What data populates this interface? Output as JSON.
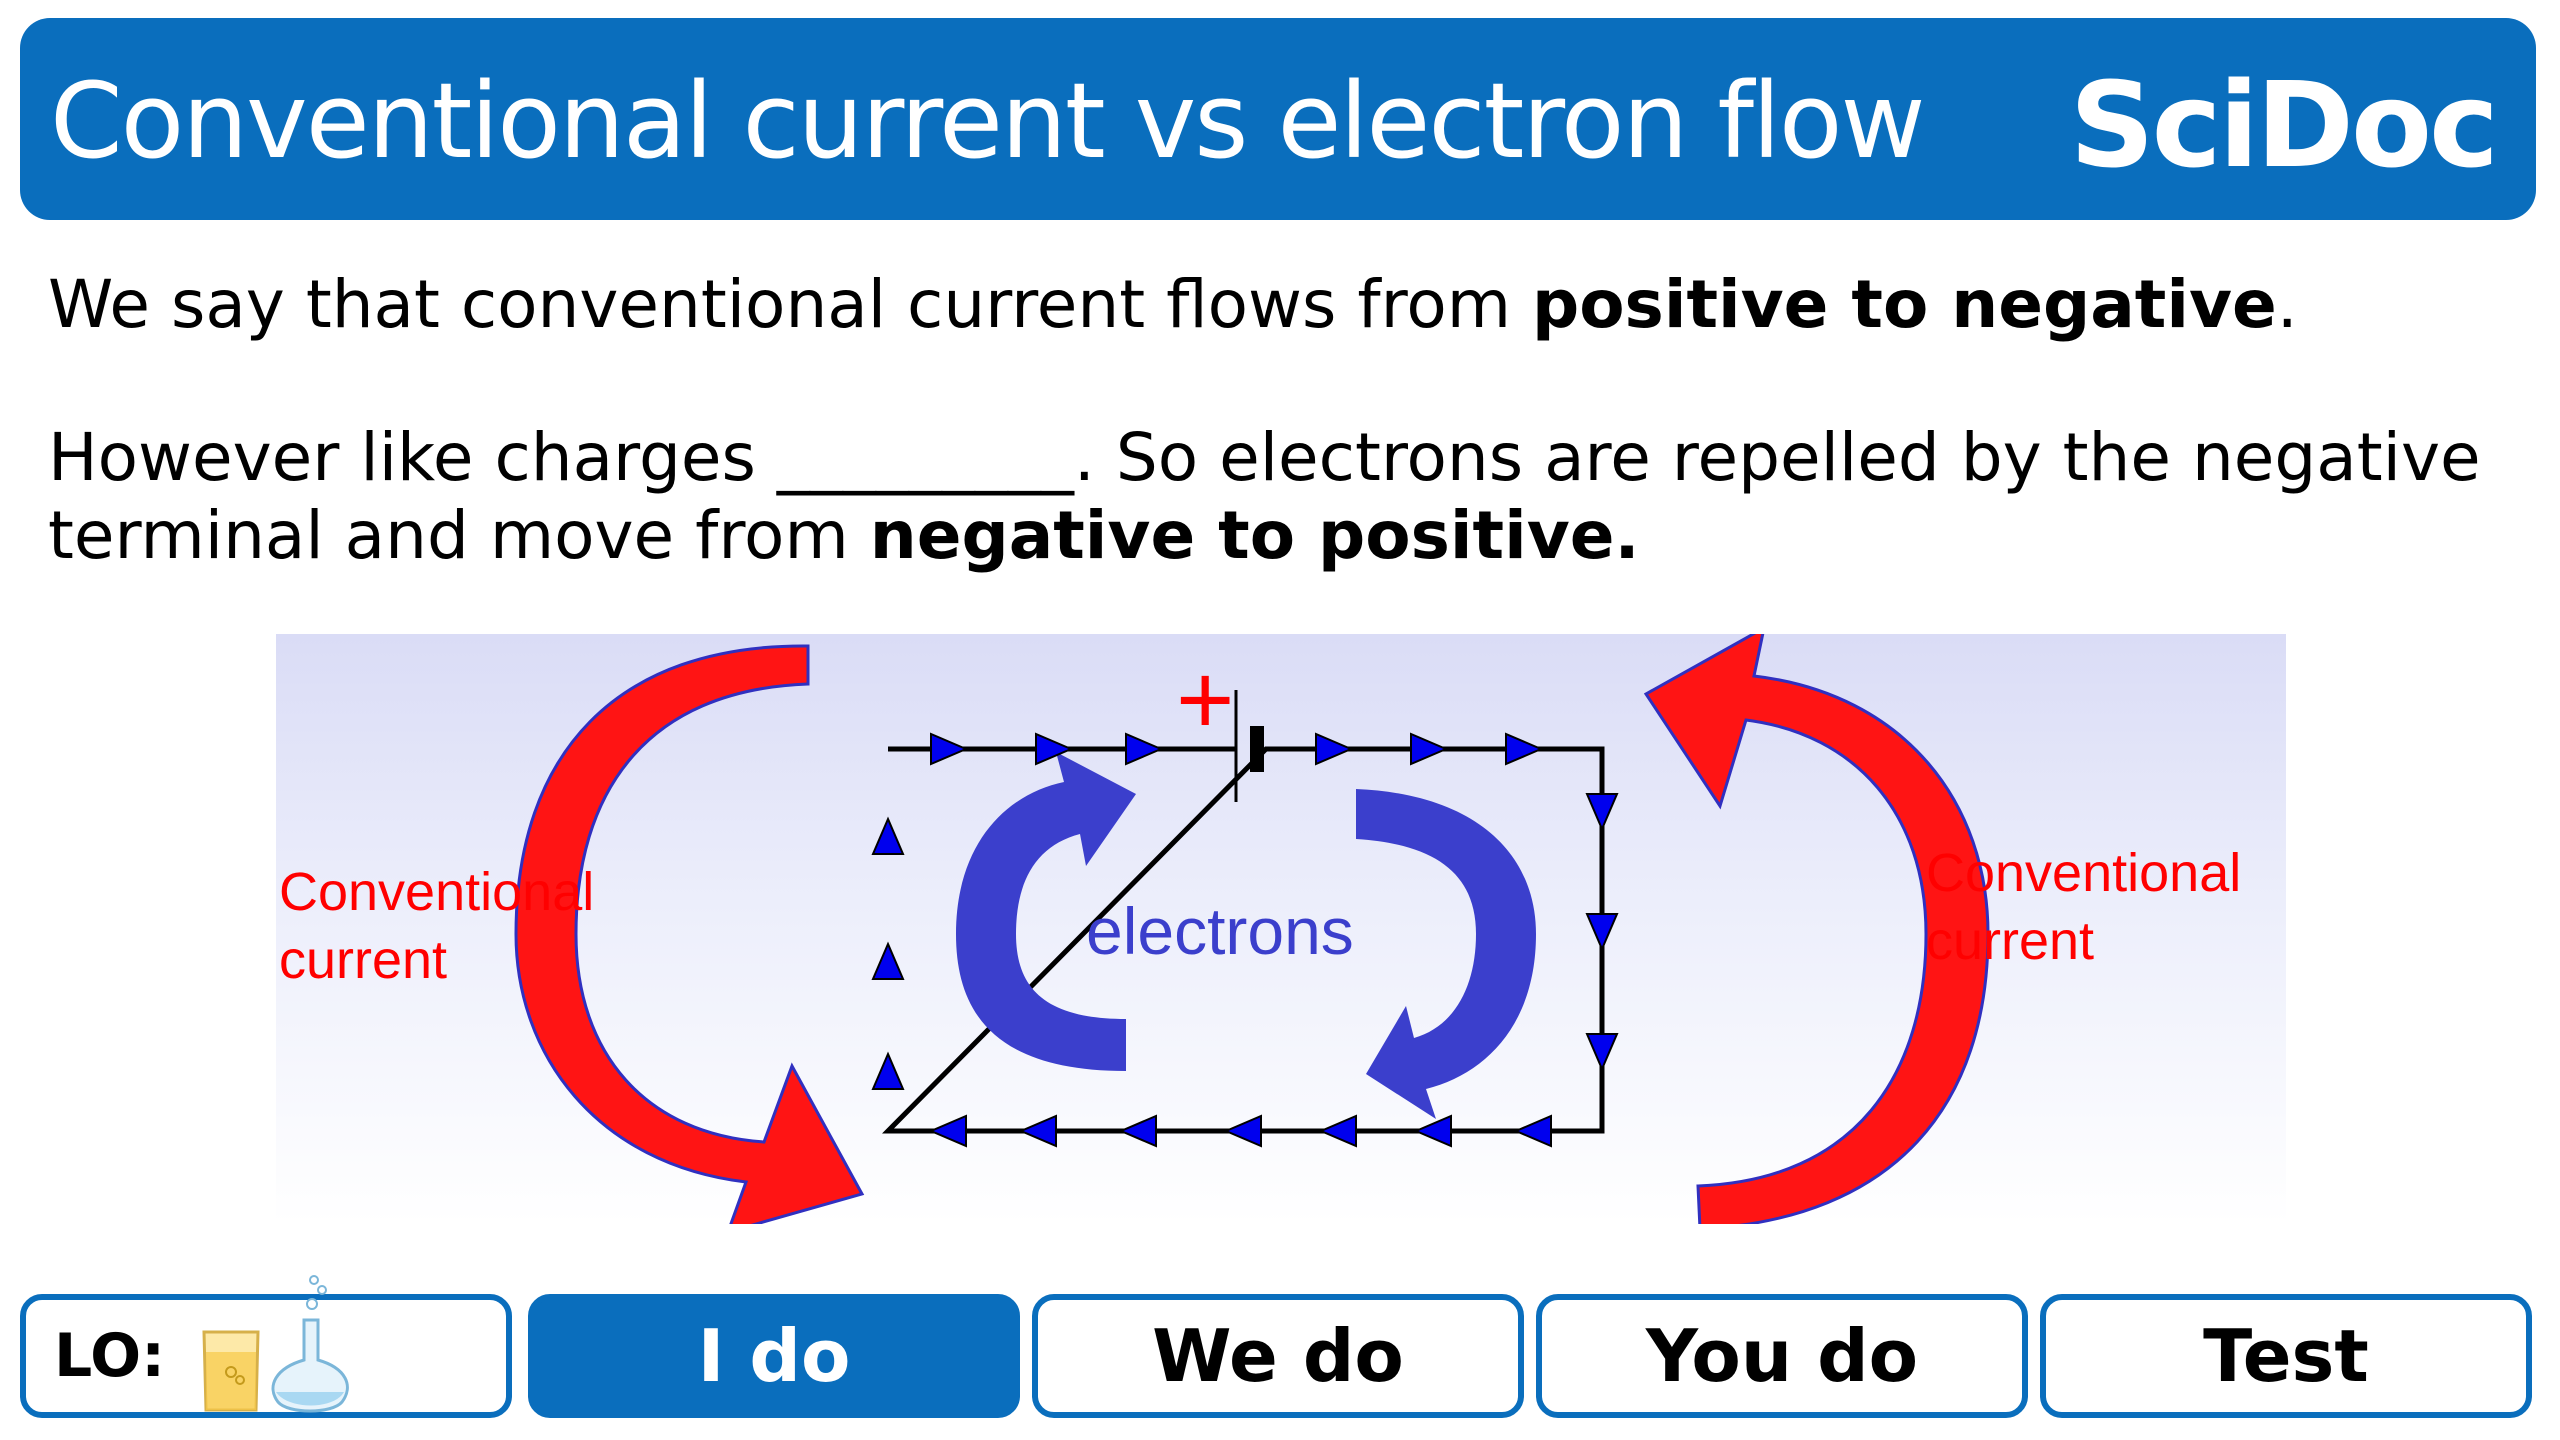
{
  "header": {
    "title": "Conventional current vs electron flow",
    "logo": "SciDoc"
  },
  "body": {
    "line1_a": "We say that conventional current flows from ",
    "line1_bold": "positive to negative",
    "line1_b": ".",
    "line2": "However like charges _________. So electrons are repelled by the negative",
    "line3_a": "terminal and move from ",
    "line3_bold": "negative to positive."
  },
  "diagram": {
    "left_label_line1": "Conventional",
    "left_label_line2": "current",
    "right_label_line1": "Conventional",
    "right_label_line2": "current",
    "center_label": "electrons",
    "plus_sign": "+",
    "colors": {
      "conventional": "#ff0000",
      "electrons": "#3b3fcc",
      "wire": "#000000",
      "arrowheads": "#0000ee"
    }
  },
  "nav": {
    "lo_label": "LO:",
    "i_do": "I do",
    "we_do": "We do",
    "you_do": "You do",
    "test": "Test",
    "active": "I do",
    "accent": "#0a6ebd"
  }
}
